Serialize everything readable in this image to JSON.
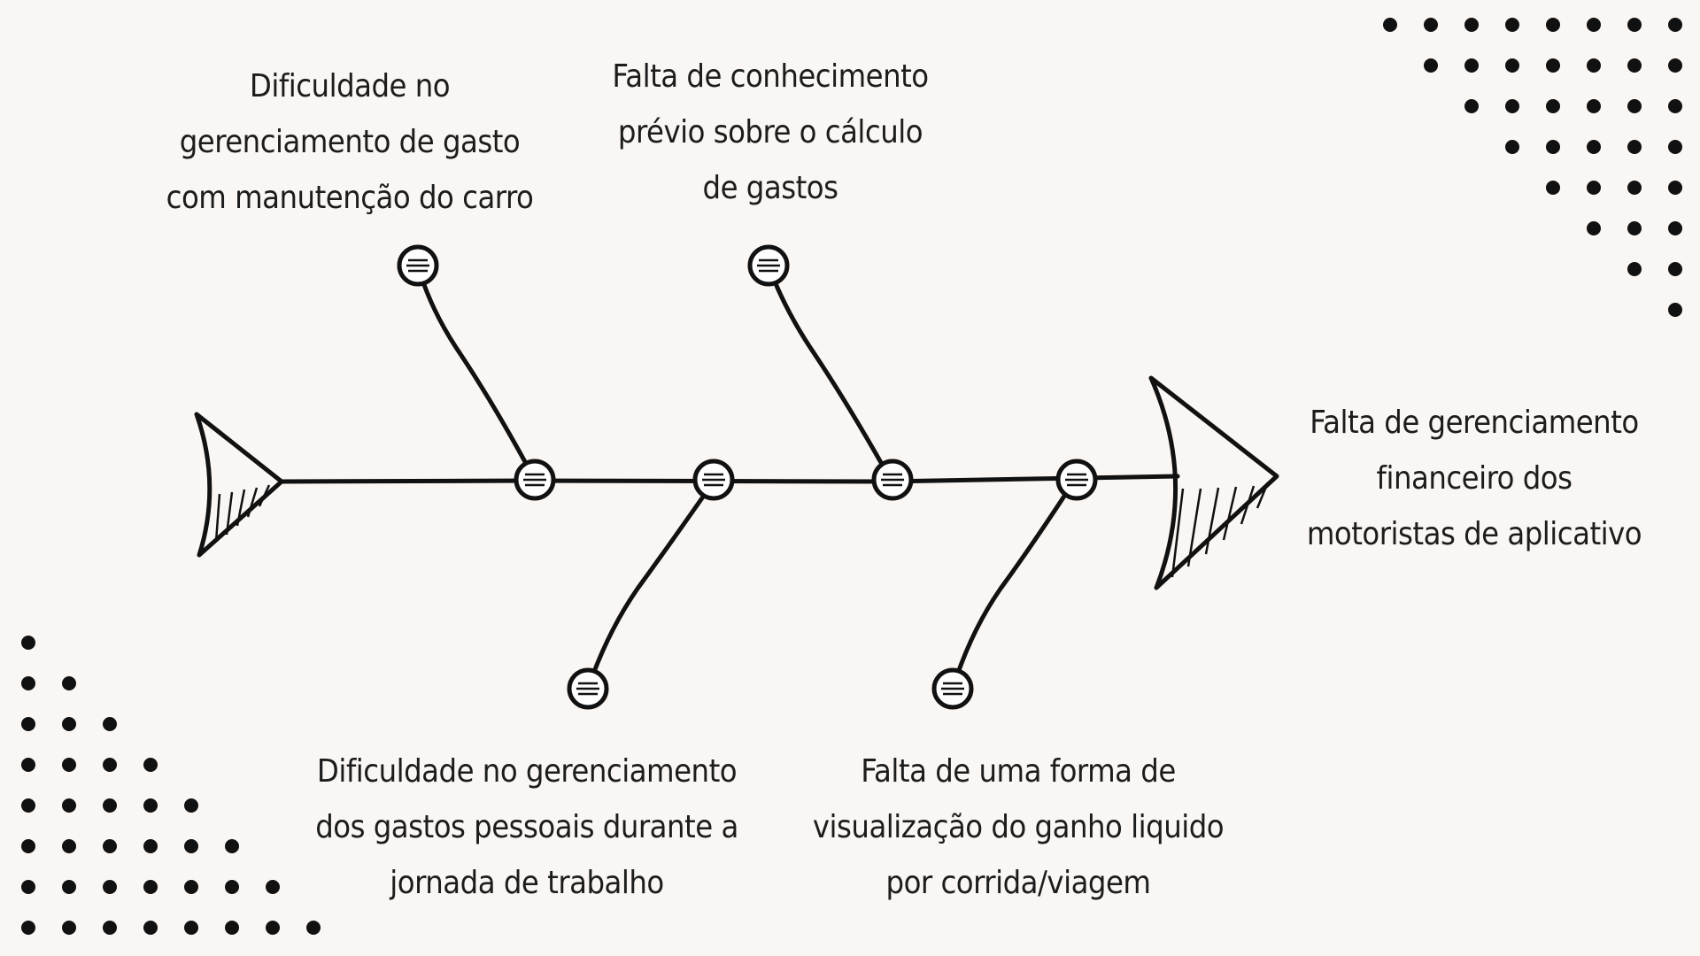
{
  "effect": {
    "label": "Falta de gerenciamento\nfinanceiro dos\nmotoristas de aplicativo"
  },
  "causes": [
    {
      "label": "Dificuldade no\ngerenciamento de gasto\ncom manutenção do carro"
    },
    {
      "label": "Falta de conhecimento\nprévio sobre o cálculo\nde gastos"
    },
    {
      "label": "Dificuldade no gerenciamento\ndos gastos pessoais durante a\njornada de trabalho"
    },
    {
      "label": "Falta de uma forma de\nvisualização do ganho liquido\npor corrida/viagem"
    }
  ],
  "colors": {
    "background": "#faf6f3",
    "ink": "#111111",
    "node_fill": "#ffffff"
  },
  "decoration": {
    "top_right": "dot-pattern",
    "bottom_left": "dot-pattern"
  }
}
